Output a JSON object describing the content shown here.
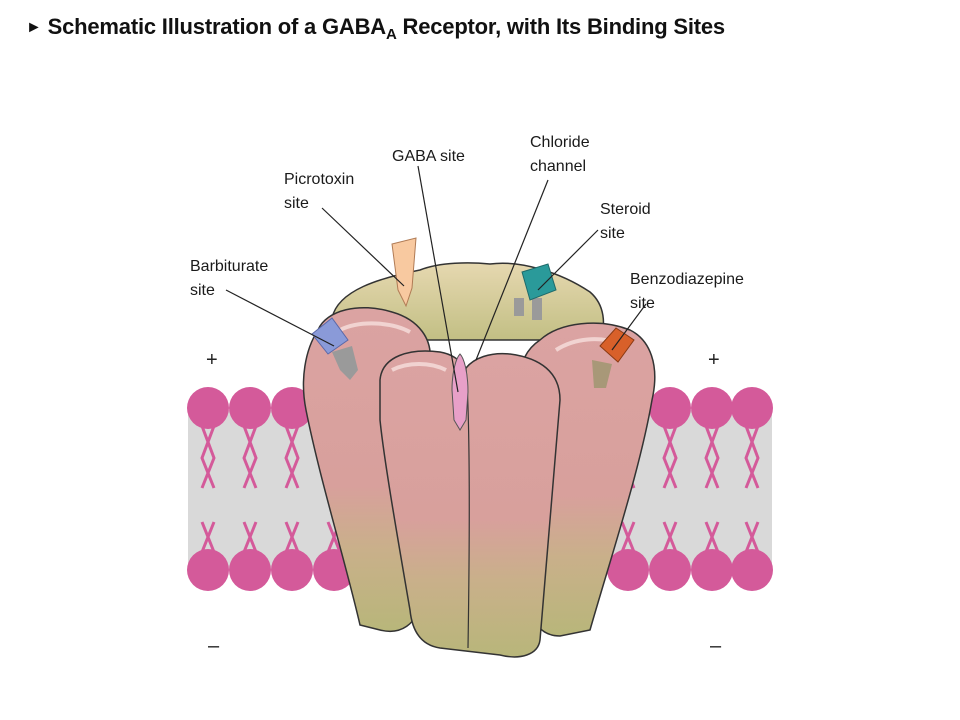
{
  "title": {
    "bullet": "►",
    "prefix": "Schematic Illustration of a GABA",
    "subscript": "A",
    "suffix": " Receptor, with Its Binding Sites"
  },
  "labels": {
    "gaba_site": "GABA site",
    "chloride_line1": "Chloride",
    "chloride_line2": "channel",
    "picrotoxin_line1": "Picrotoxin",
    "picrotoxin_line2": "site",
    "steroid_line1": "Steroid",
    "steroid_line2": "site",
    "barbiturate_line1": "Barbiturate",
    "barbiturate_line2": "site",
    "benzodiazepine_line1": "Benzodiazepine",
    "benzodiazepine_line2": "site"
  },
  "signs": {
    "plus_left": "+",
    "plus_right": "+",
    "minus_left": "–",
    "minus_right": "–"
  },
  "colors": {
    "lipid_head": "#d45a9a",
    "membrane_core": "#d8d8d8",
    "receptor_pink": "#d9a09e",
    "receptor_olive": "#b9b67a",
    "picrotoxin": "#f8c9a0",
    "steroid": "#2a9a9a",
    "barbiturate": "#8a9ad8",
    "benzodiazepine": "#d8602a",
    "gaba": "#e8a0c8"
  }
}
